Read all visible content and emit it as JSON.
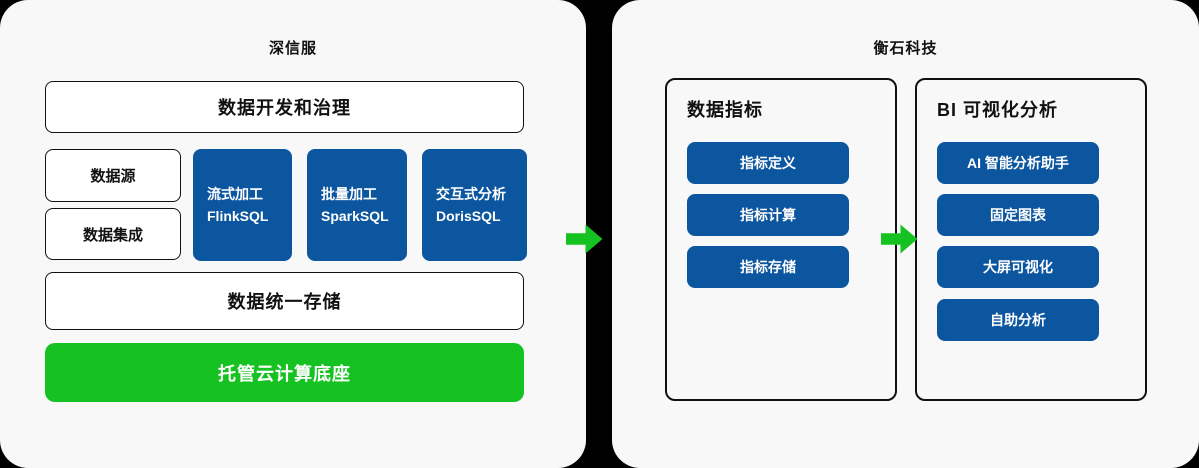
{
  "colors": {
    "background": "#000000",
    "card": "#f8f8f8",
    "box_fill": "#ffffff",
    "border": "#111111",
    "blue": "#0c56a0",
    "green": "#16c221",
    "text": "#111111",
    "text_on_fill": "#ffffff"
  },
  "left_card": {
    "title": "深信服",
    "top_box": "数据开发和治理",
    "side_boxes": [
      "数据源",
      "数据集成"
    ],
    "tiles": [
      {
        "line1": "流式加工",
        "line2": "FlinkSQL"
      },
      {
        "line1": "批量加工",
        "line2": "SparkSQL"
      },
      {
        "line1": "交互式分析",
        "line2": "DorisSQL"
      }
    ],
    "storage_box": "数据统一存储",
    "base_box": "托管云计算底座"
  },
  "right_card": {
    "title": "衡石科技",
    "panels": [
      {
        "heading": "数据指标",
        "buttons": [
          "指标定义",
          "指标计算",
          "指标存储"
        ]
      },
      {
        "heading": "BI 可视化分析",
        "buttons": [
          "AI 智能分析助手",
          "固定图表",
          "大屏可视化",
          "自助分析"
        ]
      }
    ]
  }
}
